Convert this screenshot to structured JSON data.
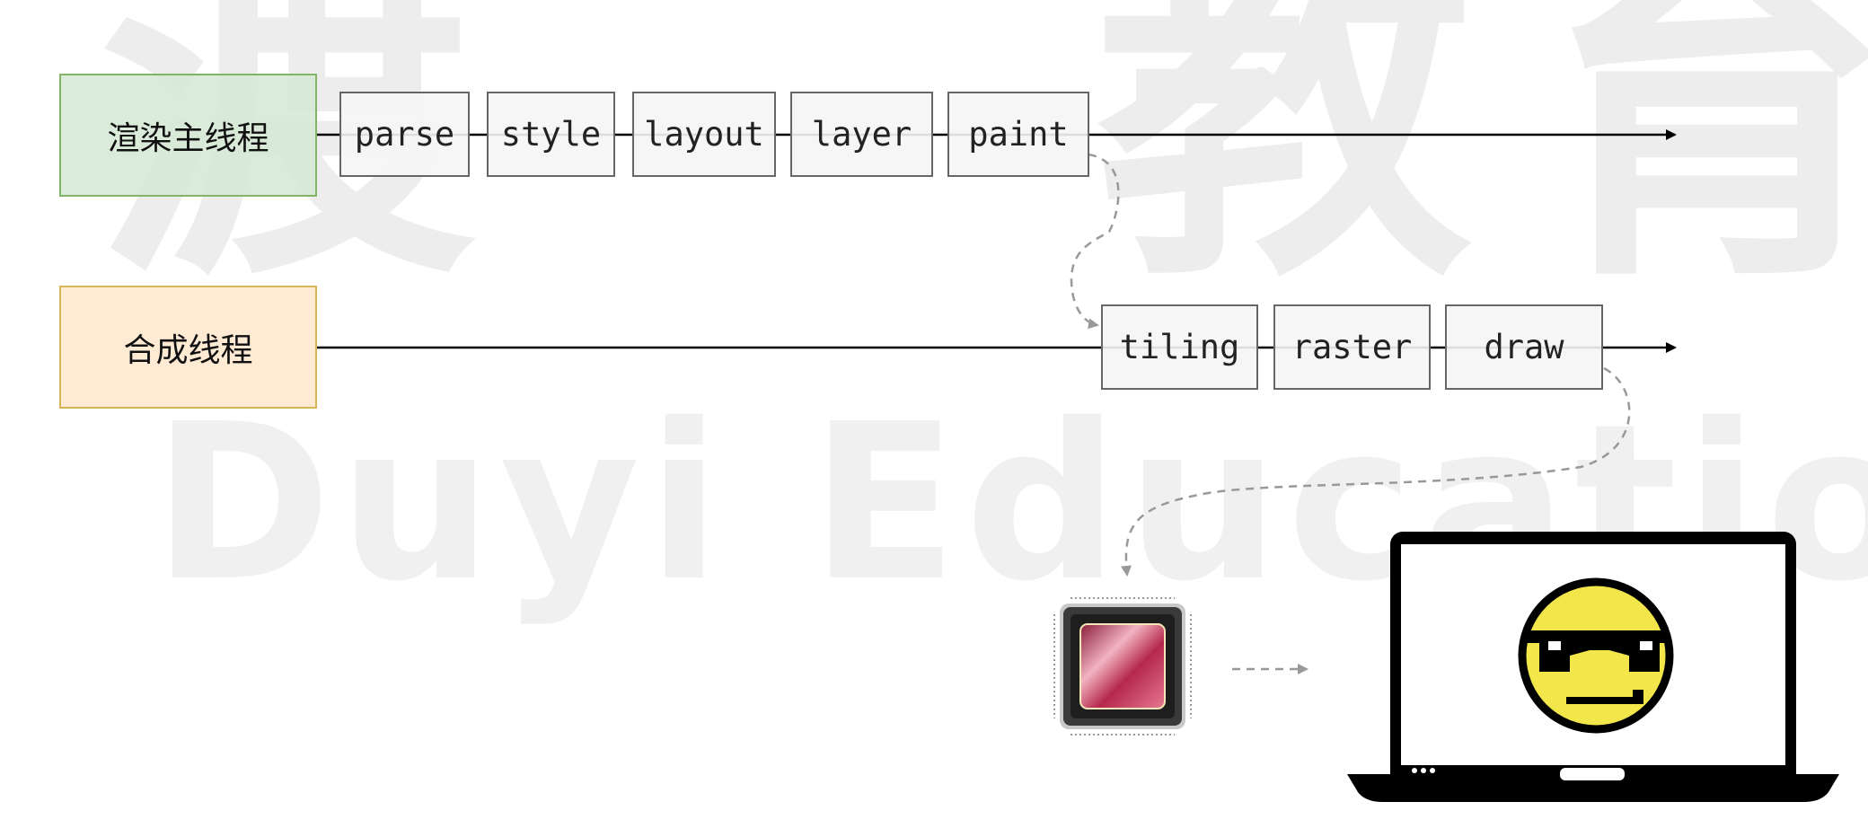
{
  "watermark": {
    "chinese": "渡一教育",
    "english": "Duyi Education"
  },
  "threads": {
    "main": {
      "label": "渲染主线程",
      "color": "#d5e8d4",
      "border": "#82b366"
    },
    "compositor": {
      "label": "合成线程",
      "color": "#ffe6cc",
      "border": "#d6b656"
    }
  },
  "main_stages": [
    "parse",
    "style",
    "layout",
    "layer",
    "paint"
  ],
  "compositor_stages": [
    "tiling",
    "raster",
    "draw"
  ],
  "icons": {
    "gpu": "gpu-chip-icon",
    "display": "laptop-icon",
    "face": "sunglasses-smiley-icon"
  }
}
